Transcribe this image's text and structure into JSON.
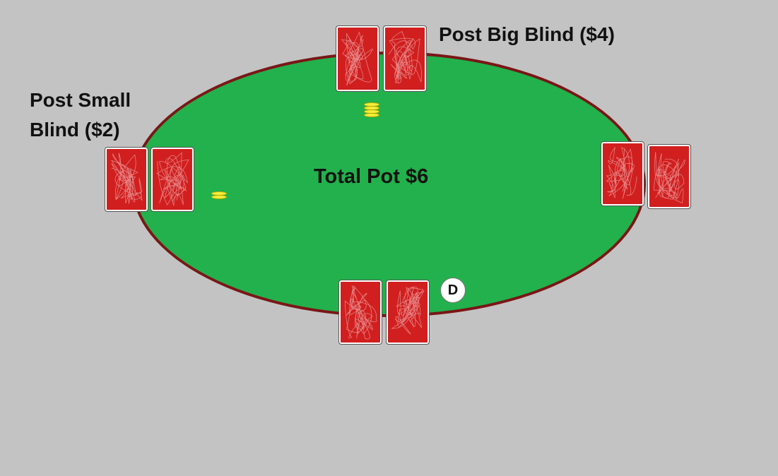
{
  "labels": {
    "big_blind": "Post Big Blind ($4)",
    "small_blind_line1": "Post Small",
    "small_blind_line2": "Blind ($2)",
    "pot": "Total Pot $6"
  },
  "dealer_button": "D",
  "colors": {
    "background": "#c3c3c3",
    "felt": "#22b14c",
    "rail": "#7a1616",
    "card_back": "#d11f1f",
    "chip": "#f2ee3c"
  },
  "blinds": {
    "small": 2,
    "big": 4,
    "pot_total": 6
  },
  "seats": [
    {
      "position": "top",
      "cards_face_down": 2,
      "chip_stack": 4
    },
    {
      "position": "left",
      "cards_face_down": 2,
      "chip_stack": 2
    },
    {
      "position": "right",
      "cards_face_down": 2,
      "chip_stack": 0
    },
    {
      "position": "bottom",
      "cards_face_down": 2,
      "chip_stack": 0,
      "dealer": true
    }
  ]
}
